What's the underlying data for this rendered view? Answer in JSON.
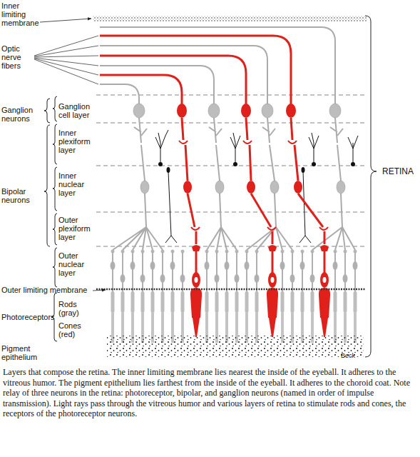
{
  "diagram": {
    "caption": "Layers that compose the retina. The inner limiting membrane lies nearest the inside of the eyeball. It adheres to the vitreous humor. The pigment epithelium lies farthest from the inside of the eyeball. It adheres to the choroid coat. Note relay of three neurons in the retina: photoreceptor, bipolar, and ganglion neurons (named in order of impulse transmission). Light rays pass through the vitreous humor and various layers of retina to stimulate rods and cones, the receptors of the photoreceptor neurons.",
    "labels": [
      "Inner limiting membrane",
      "Optic nerve fibers",
      "Ganglion neurons",
      "Ganglion cell layer",
      "Inner plexiform layer",
      "Bipolar neurons",
      "Inner nuclear layer",
      "Outer plexiform layer",
      "Outer nuclear layer",
      "Outer limiting membrane",
      "Photoreceptors",
      "Rods (gray)",
      "Cones (red)",
      "Pigment epithelium",
      "RETINA",
      "Beck"
    ]
  }
}
